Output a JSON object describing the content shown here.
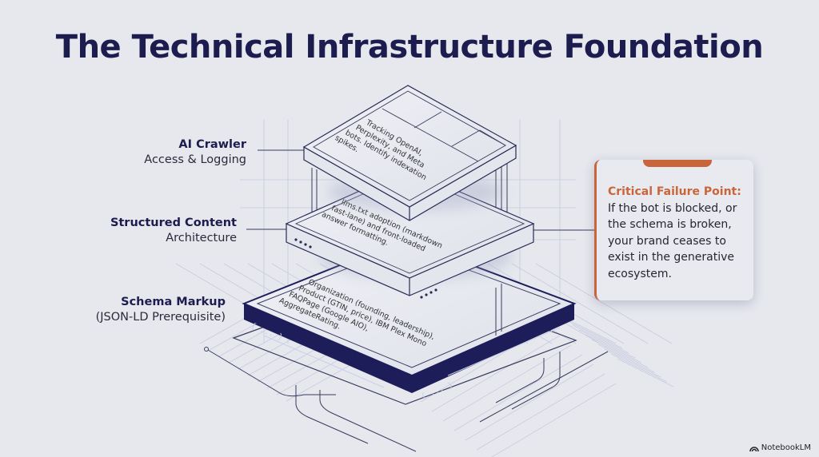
{
  "title": "The Technical Infrastructure Foundation",
  "layers": [
    {
      "id": "ai-crawler",
      "label_head": "AI Crawler",
      "label_sub": "Access & Logging",
      "card_lines": [
        "Tracking OpenAI,",
        "Perplexity, and Meta",
        "bots. Identify indexation",
        "spikes."
      ]
    },
    {
      "id": "structured-content",
      "label_head": "Structured Content",
      "label_sub": "Architecture",
      "card_lines": [
        "llms.txt adoption (markdown",
        "fast-lane) and front-loaded",
        "answer formatting."
      ]
    },
    {
      "id": "schema-markup",
      "label_head": "Schema Markup",
      "label_sub": "(JSON-LD Prerequisite)",
      "card_lines": [
        "Organization (founding, leadership),",
        "Product (GTIN, price), IBM Plex Mono",
        "FAQPage (Google AIO),",
        "AggregateRating."
      ],
      "code_glyph": "{ ... }"
    }
  ],
  "callout": {
    "heading": "Critical Failure Point:",
    "body": "If the bot is blocked, or the schema is broken, your brand ceases to exist in the generative ecosystem.",
    "accent_color": "#c9653a"
  },
  "brand": {
    "name": "NotebookLM",
    "icon": "notebooklm-logo-icon"
  },
  "colors": {
    "navy": "#1c1c4e",
    "accent": "#c9653a",
    "background": "#e6e8ee"
  }
}
